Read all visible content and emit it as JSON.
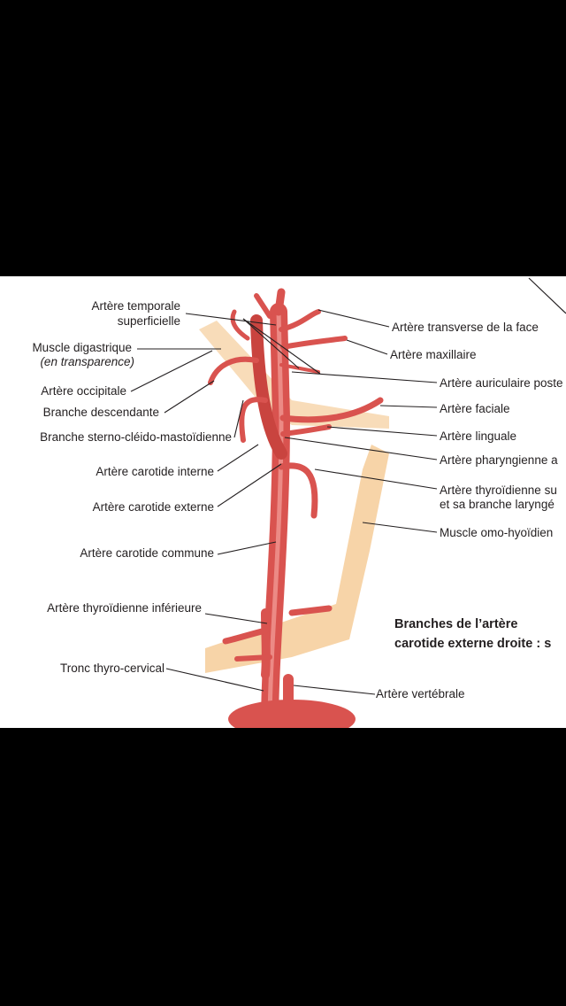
{
  "labels_left": {
    "temporale_1": "Artère temporale",
    "temporale_2": "superficielle",
    "digastrique_1": "Muscle digastrique",
    "digastrique_2": "(en transparence)",
    "occipitale": "Artère occipitale",
    "branche_descendante": "Branche descendante",
    "sterno": "Branche sterno-cléido-mastoïdienne",
    "carotide_interne": "Artère carotide interne",
    "carotide_externe": "Artère carotide externe",
    "carotide_commune": "Artère carotide commune",
    "thyroidienne_inferieure": "Artère thyroïdienne inférieure",
    "tronc": "Tronc thyro-cervical"
  },
  "labels_right": {
    "transverse_face": "Artère transverse de la face",
    "maxillaire": "Artère maxillaire",
    "auriculaire": "Artère auriculaire poste",
    "faciale": "Artère faciale",
    "linguale": "Artère linguale",
    "pharyngienne": "Artère pharyngienne a",
    "thyroidienne_sup_1": "Artère thyroïdienne su",
    "thyroidienne_sup_2": "et sa branche laryngé",
    "omo_hyoidien": "Muscle omo-hyoïdien",
    "vertebrale": "Artère vertébrale"
  },
  "caption": {
    "line1": "Branches de l’artère",
    "line2": "carotide externe droite : s"
  },
  "colors": {
    "artery": "#d9534f",
    "artery_light": "#f3a39c",
    "muscle": "#f6cf9e",
    "background": "#000000"
  }
}
